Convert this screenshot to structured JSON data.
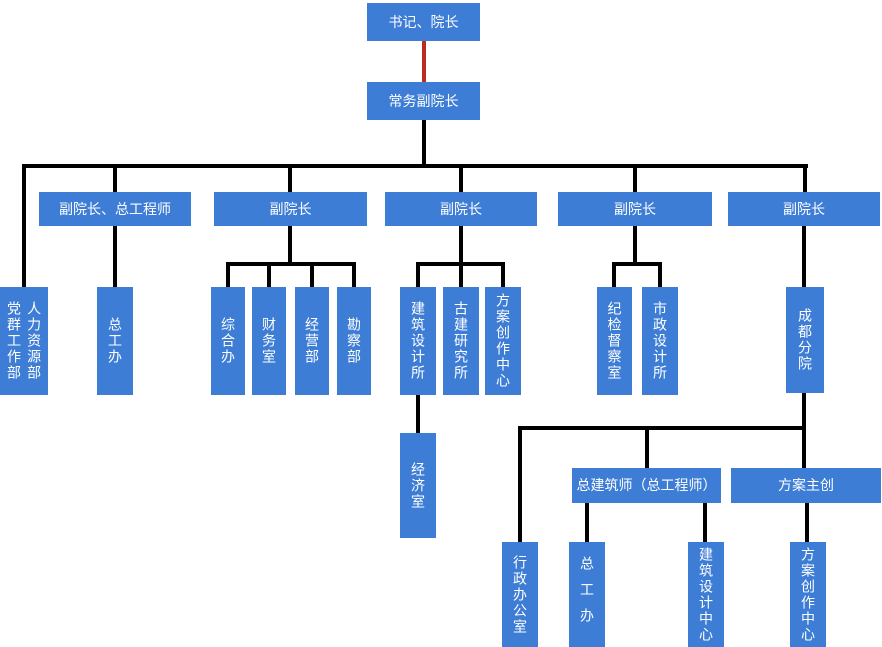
{
  "diagram": {
    "type": "org-chart",
    "root": "书记、院长",
    "executive_vp": "常务副院长",
    "left_box": {
      "col_left": "党群工作部",
      "col_right": "人力资源部"
    },
    "branch1": {
      "label": "副院长、总工程师",
      "child": "总工办"
    },
    "branch2": {
      "label": "副院长",
      "children": [
        "综合办",
        "财务室",
        "经营部",
        "勘察部"
      ]
    },
    "branch3": {
      "label": "副院长",
      "children": [
        "建筑设计所",
        "古建研究所",
        "方案创作中心"
      ],
      "grandchild": "经济室"
    },
    "branch4": {
      "label": "副院长",
      "children": [
        "纪检督察室",
        "市政设计所"
      ]
    },
    "branch5": {
      "label": "副院长",
      "child": "成都分院"
    },
    "chengdu": {
      "admin_office": "行政办公室",
      "chief_architect": {
        "label": "总建筑师（总工程师）",
        "children": [
          "总工办",
          "建筑设计中心"
        ]
      },
      "scheme_lead": {
        "label": "方案主创",
        "child": "方案创作中心"
      }
    },
    "colors": {
      "node_fill": "#3e7dd6",
      "node_text": "#ffffff",
      "connector": "#000000",
      "root_connector": "#bb2b20"
    }
  }
}
